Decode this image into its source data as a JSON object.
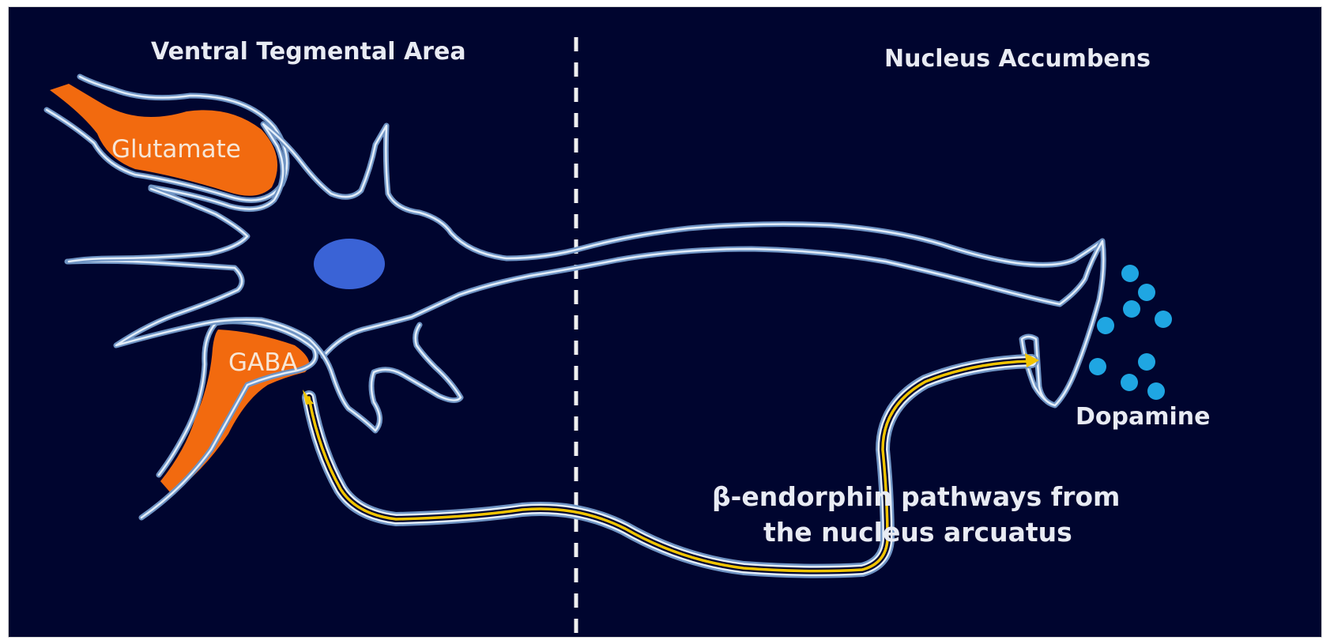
{
  "diagram": {
    "region_left": "Ventral Tegmental Area",
    "region_right": "Nucleus Accumbens",
    "neurotransmitters": {
      "glutamate": "Glutamate",
      "gaba": "GABA",
      "dopamine": "Dopamine"
    },
    "pathway_caption": {
      "line1": "β-endorphin pathways from",
      "line2": "the nucleus arcuatus"
    }
  },
  "colors": {
    "background": "#00052f",
    "membrane_outer": "#6f94c4",
    "membrane_inner": "#e4eef9",
    "presynaptic_orange": "#f26a0f",
    "nucleus_blue": "#3a63d6",
    "dopamine_vesicle": "#1fa6e2",
    "pathway_arrow": "#f1c400",
    "label_text": "#e8ebf3"
  }
}
